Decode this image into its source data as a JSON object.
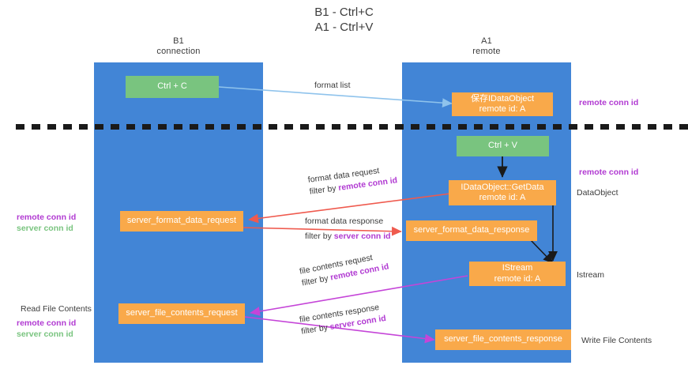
{
  "title": {
    "line1": "B1 - Ctrl+C",
    "line2": "A1 - Ctrl+V"
  },
  "lanes": [
    {
      "id": "b1",
      "name": "B1",
      "role": "connection",
      "color": "#4285d6"
    },
    {
      "id": "a1",
      "name": "A1",
      "role": "remote",
      "color": "#4285d6"
    }
  ],
  "nodes": {
    "ctrl_c": {
      "line1": "Ctrl + C",
      "line2": "",
      "color": "#79c47f"
    },
    "ctrl_v": {
      "line1": "Ctrl + V",
      "line2": "",
      "color": "#79c47f"
    },
    "save_idataobject": {
      "line1": "保存IDataObject",
      "line2": "remote id: A",
      "color": "#f9a94a"
    },
    "idataobject_getdata": {
      "line1": "IDataObject::GetData",
      "line2": "remote id: A",
      "color": "#f9a94a"
    },
    "istream": {
      "line1": "IStream",
      "line2": "remote id: A",
      "color": "#f9a94a"
    },
    "server_format_data_request": {
      "line1": "server_format_data_request",
      "line2": "",
      "color": "#f9a94a"
    },
    "server_format_data_response": {
      "line1": "server_format_data_response",
      "line2": "",
      "color": "#f9a94a"
    },
    "server_file_contents_request": {
      "line1": "server_file_contents_request",
      "line2": "",
      "color": "#f9a94a"
    },
    "server_file_contents_response": {
      "line1": "server_file_contents_response",
      "line2": "",
      "color": "#f9a94a"
    }
  },
  "edge_labels": {
    "format_list": {
      "text": "format list"
    },
    "format_data_request": {
      "text": "format data request",
      "filter_prefix": "filter by ",
      "filter_key": "remote conn id"
    },
    "format_data_response": {
      "text": "format data response",
      "filter_prefix": "filter by ",
      "filter_key": "server conn id"
    },
    "file_contents_request": {
      "text": "file contents request",
      "filter_prefix": "filter by ",
      "filter_key": "remote conn id"
    },
    "file_contents_response": {
      "text": "file contents response",
      "filter_prefix": "filter by ",
      "filter_key": "server conn id"
    }
  },
  "annotations": {
    "right_remote_conn_top": "remote conn id",
    "right_remote_conn_mid": "remote conn id",
    "right_dataobject": "DataObject",
    "right_istream": "Istream",
    "right_write_file_contents": "Write File Contents",
    "left_read_file_contents": "Read File Contents",
    "left_remote_conn_mid": "remote conn id",
    "left_server_conn_mid": "server conn id",
    "left_remote_conn_bottom": "remote conn id",
    "left_server_conn_bottom": "server conn id"
  },
  "colors": {
    "lane": "#4285d6",
    "green_node": "#79c47f",
    "orange_node": "#f9a94a",
    "remote_conn": "#b13ad2",
    "server_conn": "#79c47f",
    "arrow_blue": "#8fc3ec",
    "arrow_red": "#ef5a4e",
    "arrow_magenta": "#c545d8",
    "arrow_black": "#1a1a1a",
    "divider": "#1a1a1a",
    "text": "#3c3c3c"
  }
}
